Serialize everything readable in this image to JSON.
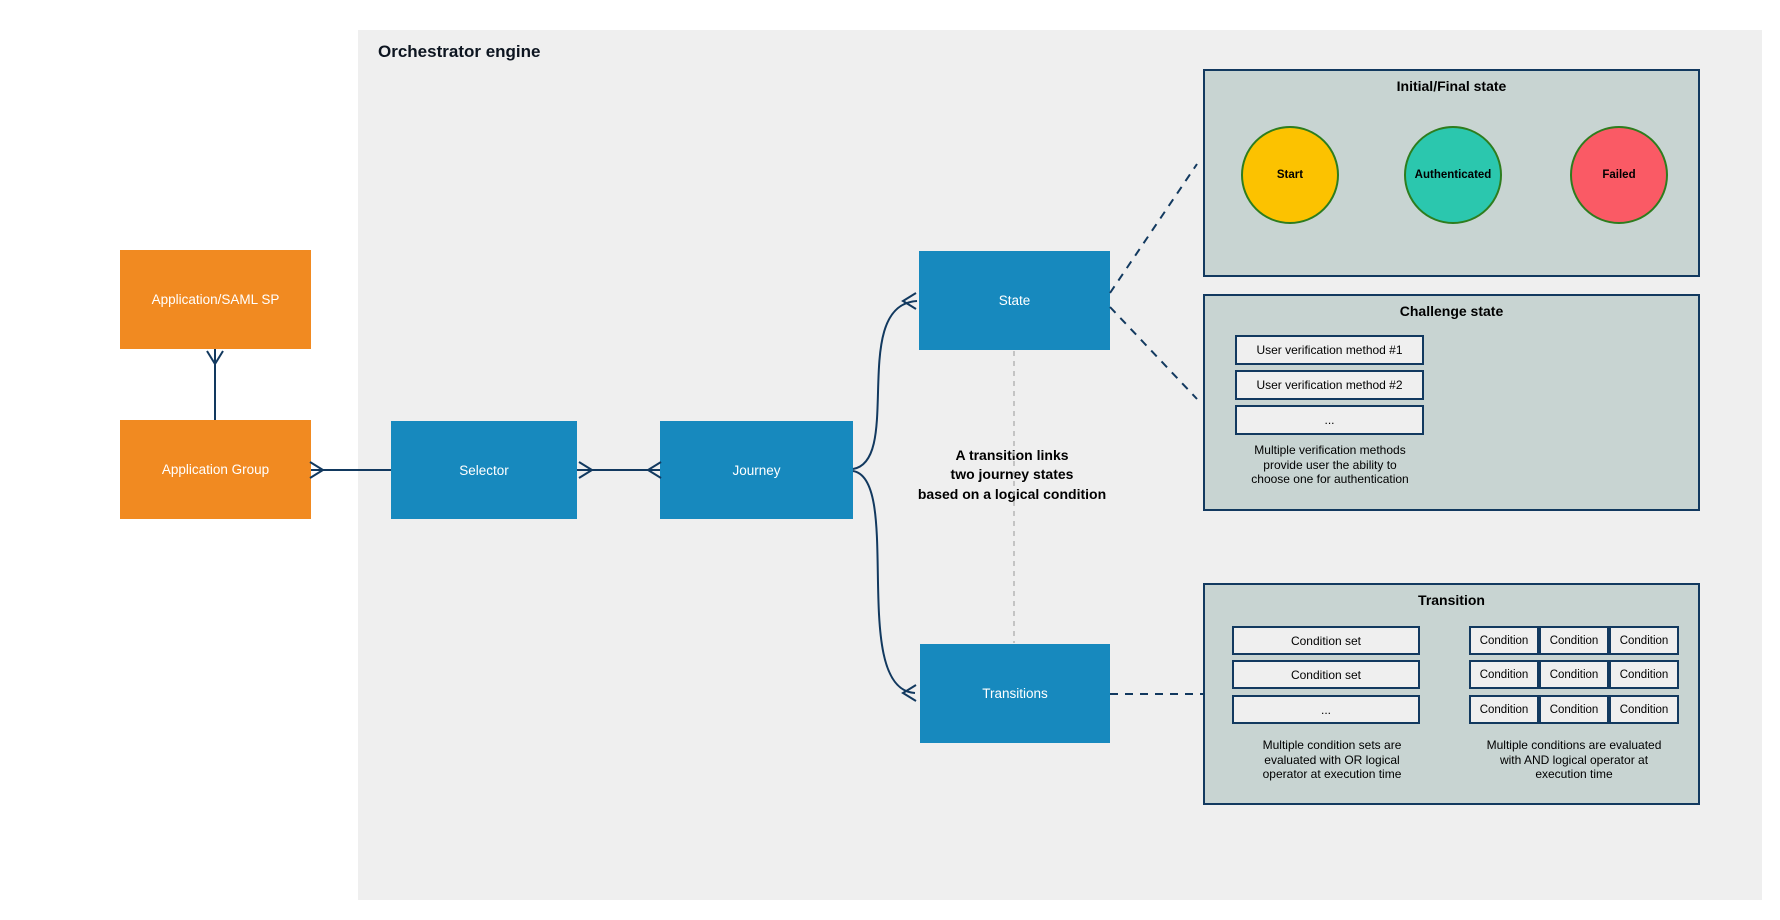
{
  "title": "Orchestrator engine",
  "colors": {
    "line_navy": "#12395F",
    "node_blue": "#1789BE",
    "node_orange": "#F18A21",
    "panel_bg": "#C8D4D2",
    "canvas_bg": "#EFEFEF",
    "circle_border_green": "#2E7D1E",
    "dashed_gray": "#B5B5B5"
  },
  "nodes": {
    "app_saml": "Application/SAML SP",
    "app_group": "Application Group",
    "selector": "Selector",
    "journey": "Journey",
    "state": "State",
    "transitions": "Transitions"
  },
  "annotation": "A transition links\ntwo journey states\nbased on a logical condition",
  "panels": {
    "initial_final": {
      "title": "Initial/Final state",
      "states": [
        {
          "label": "Start",
          "color": "#FCC200"
        },
        {
          "label": "Authenticated",
          "color": "#2BC7AE"
        },
        {
          "label": "Failed",
          "color": "#FA5A65"
        }
      ]
    },
    "challenge": {
      "title": "Challenge state",
      "methods": [
        "User verification method #1",
        "User verification method #2",
        "..."
      ],
      "caption": "Multiple verification methods\nprovide user the ability to\nchoose one for authentication"
    },
    "transition": {
      "title": "Transition",
      "condition_sets": [
        "Condition set",
        "Condition set",
        "..."
      ],
      "condition_label": "Condition",
      "caption_or": "Multiple condition sets are\nevaluated with OR logical\noperator at execution time",
      "caption_and": "Multiple conditions are evaluated\nwith AND logical operator at\nexecution time"
    }
  }
}
